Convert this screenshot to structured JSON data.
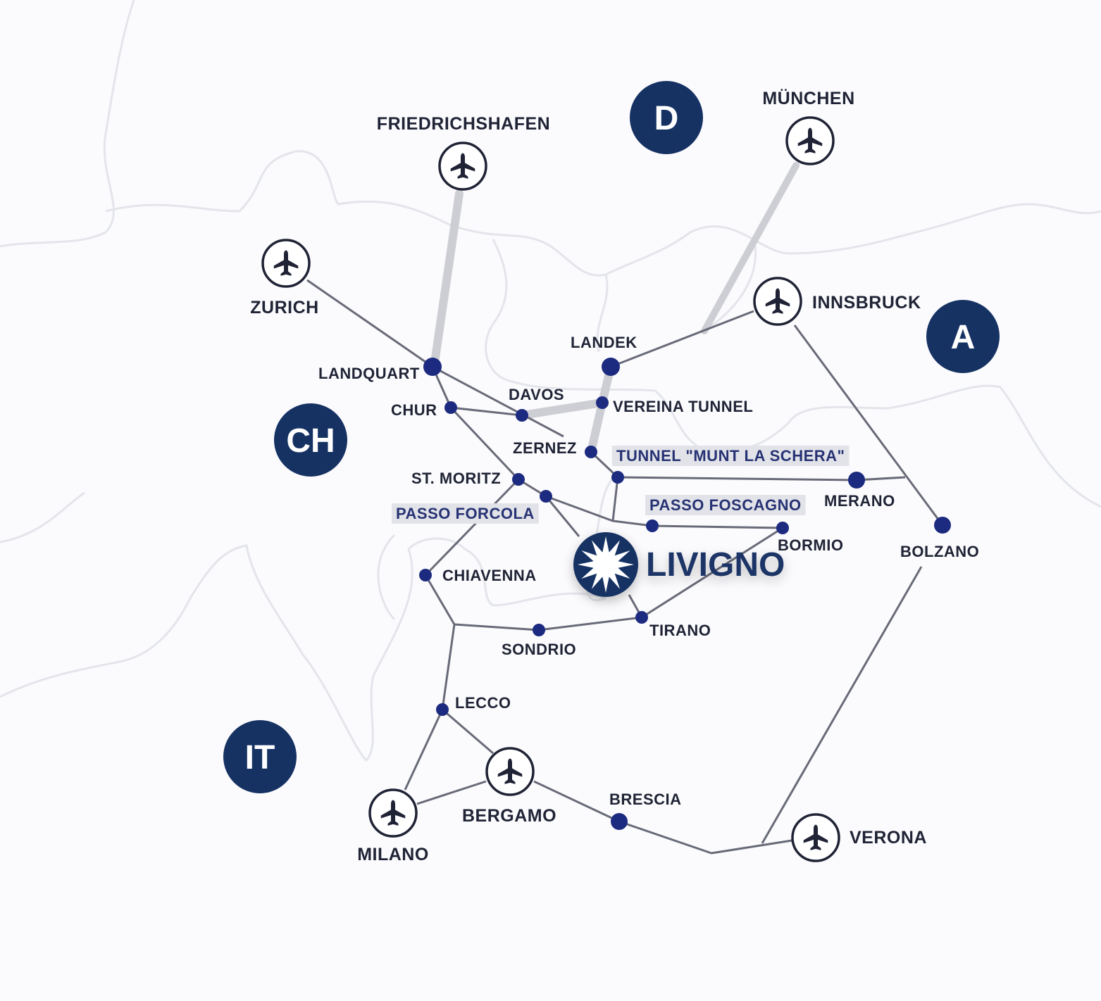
{
  "map": {
    "colors": {
      "navy": "#163263",
      "dot": "#1c2a80",
      "route": "#686a78",
      "major_route": "#cdced4",
      "border": "#e3e5eb",
      "highlight_bg": "#e2e3e8"
    },
    "countries": [
      {
        "id": "d",
        "label": "D"
      },
      {
        "id": "a",
        "label": "A"
      },
      {
        "id": "ch",
        "label": "CH"
      },
      {
        "id": "it",
        "label": "IT"
      }
    ],
    "airports": [
      {
        "id": "friedrichshafen",
        "label": "FRIEDRICHSHAFEN",
        "icon": "airplane-icon"
      },
      {
        "id": "munchen",
        "label": "MÜNCHEN",
        "icon": "airplane-icon"
      },
      {
        "id": "zurich",
        "label": "ZURICH",
        "icon": "airplane-icon"
      },
      {
        "id": "innsbruck",
        "label": "INNSBRUCK",
        "icon": "airplane-icon"
      },
      {
        "id": "bergamo",
        "label": "BERGAMO",
        "icon": "airplane-icon"
      },
      {
        "id": "milano",
        "label": "MILANO",
        "icon": "airplane-icon"
      },
      {
        "id": "verona",
        "label": "VERONA",
        "icon": "airplane-icon"
      }
    ],
    "places": [
      {
        "id": "landquart",
        "label": "LANDQUART"
      },
      {
        "id": "chur",
        "label": "CHUR"
      },
      {
        "id": "davos",
        "label": "DAVOS"
      },
      {
        "id": "vereina",
        "label": "VEREINA TUNNEL"
      },
      {
        "id": "landek",
        "label": "LANDEK"
      },
      {
        "id": "zernez",
        "label": "ZERNEZ"
      },
      {
        "id": "munt",
        "label": "TUNNEL \"MUNT LA SCHERA\"",
        "highlight": true
      },
      {
        "id": "merano",
        "label": "MERANO"
      },
      {
        "id": "stmoritz",
        "label": "ST. MORITZ"
      },
      {
        "id": "forcola",
        "label": "PASSO FORCOLA",
        "highlight": true
      },
      {
        "id": "foscagno",
        "label": "PASSO FOSCAGNO",
        "highlight": true
      },
      {
        "id": "bormio",
        "label": "BORMIO"
      },
      {
        "id": "bolzano",
        "label": "BOLZANO"
      },
      {
        "id": "chiavenna",
        "label": "CHIAVENNA"
      },
      {
        "id": "sondrio",
        "label": "SONDRIO"
      },
      {
        "id": "tirano",
        "label": "TIRANO"
      },
      {
        "id": "lecco",
        "label": "LECCO"
      },
      {
        "id": "brescia",
        "label": "BRESCIA"
      }
    ],
    "destination": {
      "label": "LIVIGNO",
      "icon": "livigno-star-logo"
    }
  }
}
